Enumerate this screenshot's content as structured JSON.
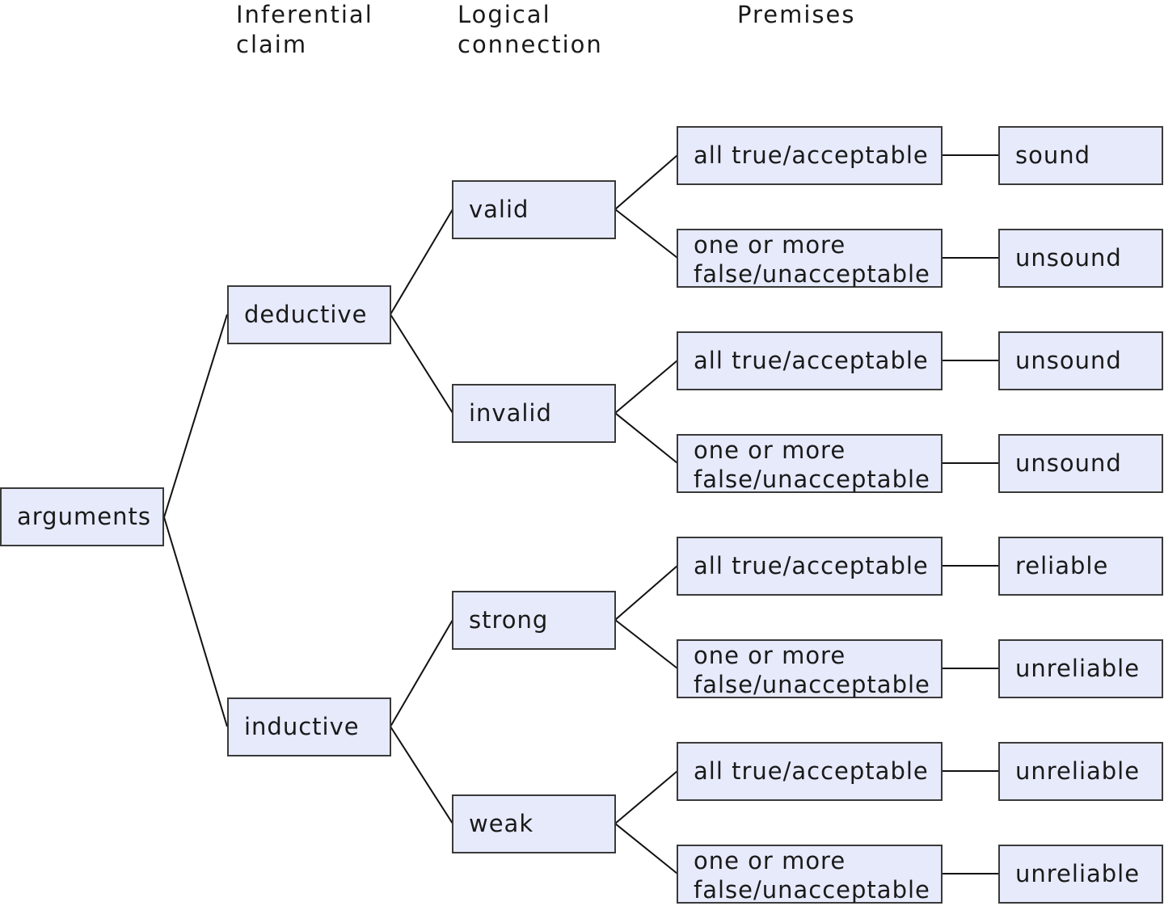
{
  "headers": {
    "claim": "Inferential\nclaim",
    "connection": "Logical\nconnection",
    "premises": "Premises"
  },
  "root": {
    "label": "arguments"
  },
  "claims": [
    {
      "label": "deductive"
    },
    {
      "label": "inductive"
    }
  ],
  "connections": [
    {
      "label": "valid"
    },
    {
      "label": "invalid"
    },
    {
      "label": "strong"
    },
    {
      "label": "weak"
    }
  ],
  "premise_text": {
    "all": "all true/acceptable",
    "some_line1": "one or more",
    "some_line2": "false/unacceptable"
  },
  "outcomes": [
    {
      "label": "sound"
    },
    {
      "label": "unsound"
    },
    {
      "label": "unsound"
    },
    {
      "label": "unsound"
    },
    {
      "label": "reliable"
    },
    {
      "label": "unreliable"
    },
    {
      "label": "unreliable"
    },
    {
      "label": "unreliable"
    }
  ],
  "colors": {
    "box_fill": "#e6eafb",
    "box_border": "#3a3a3a",
    "connector": "#111111"
  }
}
